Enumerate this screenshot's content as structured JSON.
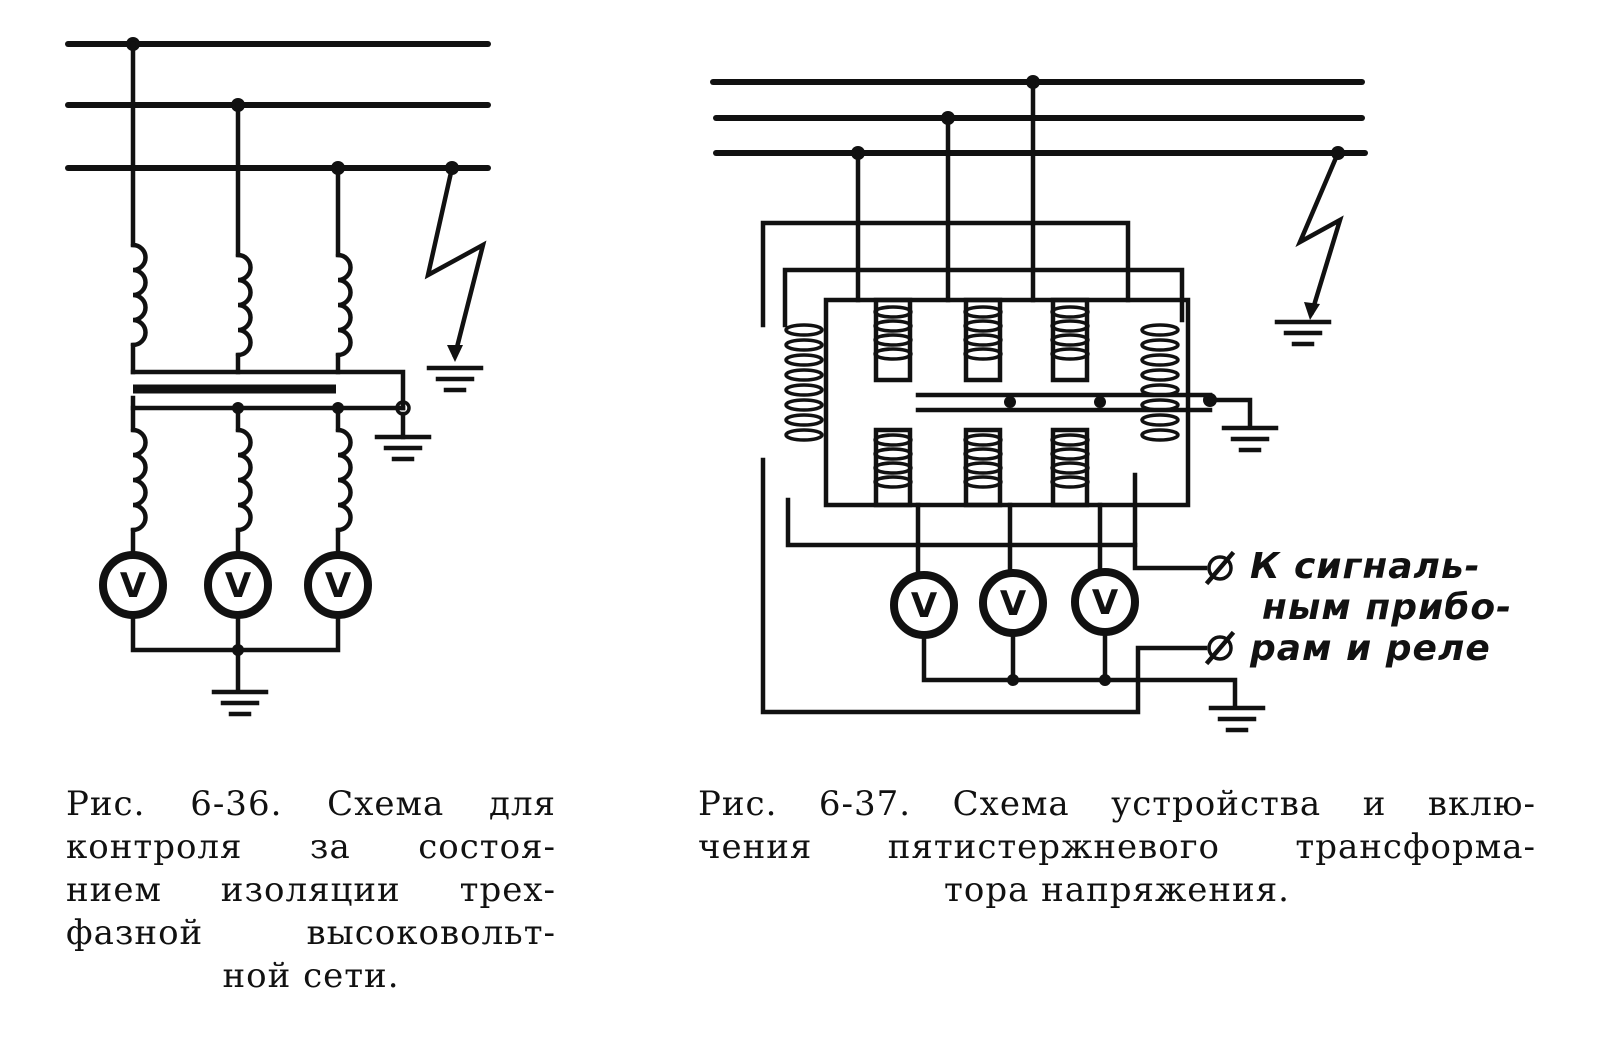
{
  "figure1": {
    "meters": [
      {
        "symbol": "V"
      },
      {
        "symbol": "V"
      },
      {
        "symbol": "V"
      }
    ],
    "caption_lines": [
      "Рис. 6-36. Схема для",
      "контроля за состоя-",
      "нием изоляции трех-",
      "фазной высоковольт-",
      "ной сети."
    ]
  },
  "figure2": {
    "meters": [
      {
        "symbol": "V"
      },
      {
        "symbol": "V"
      },
      {
        "symbol": "V"
      }
    ],
    "signal_label_lines": [
      "К сигналь-",
      "ным прибо-",
      "рам и реле"
    ],
    "caption_lines": [
      "Рис. 6-37. Схема устройства и вклю-",
      "чения пятистержневого трансформа-",
      "тора напряжения."
    ]
  }
}
